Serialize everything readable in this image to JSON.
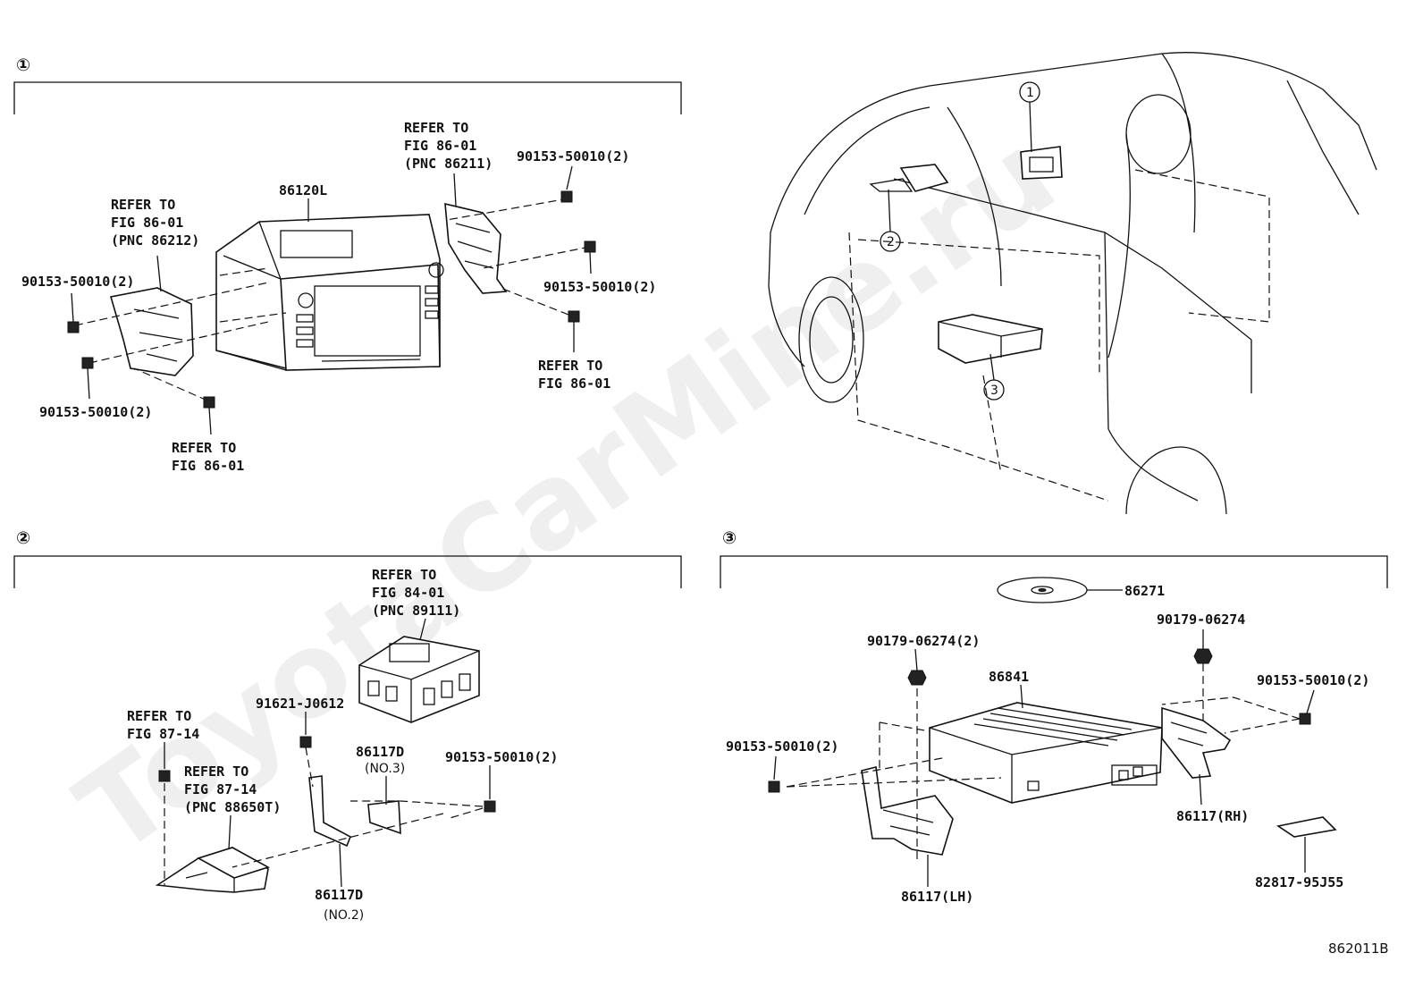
{
  "watermark": "ToyotaCarMine.ru",
  "diagram_code": "862011B",
  "sections": {
    "s1": {
      "num": "①",
      "labels": {
        "l_86120L": "86120L",
        "refer_a_1": "REFER TO",
        "refer_a_2": "FIG 86-01",
        "refer_a_3": "(PNC 86211)",
        "refer_b_1": "REFER TO",
        "refer_b_2": "FIG 86-01",
        "refer_b_3": "(PNC 86212)",
        "bolt_tr1": "90153-50010(2)",
        "bolt_tr2": "90153-50010(2)",
        "bolt_l1": "90153-50010(2)",
        "bolt_l2": "90153-50010(2)",
        "refer_c_1": "REFER TO",
        "refer_c_2": "FIG 86-01",
        "refer_d_1": "REFER TO",
        "refer_d_2": "FIG 86-01"
      }
    },
    "s2": {
      "num": "②",
      "labels": {
        "refer_a_1": "REFER TO",
        "refer_a_2": "FIG 84-01",
        "refer_a_3": "(PNC 89111)",
        "bolt_91621": "91621-J0612",
        "refer_b_1": "REFER TO",
        "refer_b_2": "FIG 87-14",
        "refer_c_1": "REFER TO",
        "refer_c_2": "FIG 87-14",
        "refer_c_3": "(PNC 88650T)",
        "l_86117D_a": "86117D",
        "no3": "(NO.3)",
        "bolt_r": "90153-50010(2)",
        "l_86117D_b": "86117D",
        "no2": "(NO.2)"
      }
    },
    "s3": {
      "num": "③",
      "labels": {
        "l_86271": "86271",
        "nut_l": "90179-06274(2)",
        "nut_r": "90179-06274",
        "l_86841": "86841",
        "bolt_r": "90153-50010(2)",
        "bolt_l": "90153-50010(2)",
        "l_86117RH": "86117(RH)",
        "l_86117LH": "86117(LH)",
        "l_82817": "82817-95J55"
      }
    },
    "car": {
      "c1": "1",
      "c2": "2",
      "c3": "3"
    }
  }
}
